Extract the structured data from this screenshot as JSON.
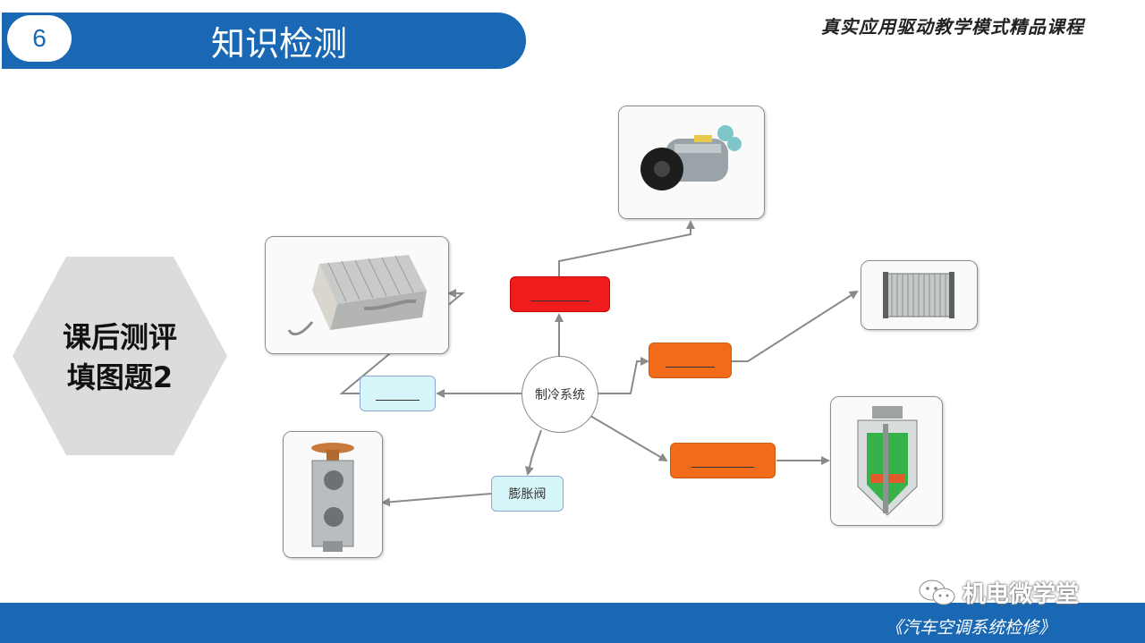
{
  "header": {
    "section_number": "6",
    "title": "知识检测",
    "course_tag": "真实应用驱动教学模式精品课程"
  },
  "sidebar": {
    "line1": "课后测评",
    "line2": "填图题2"
  },
  "diagram": {
    "center_label": "制冷系统",
    "expansion_valve_label": "膨胀阀"
  },
  "footer": {
    "course_name": "《汽车空调系统检修》",
    "watermark": "机电微学堂"
  },
  "colors": {
    "brand_blue": "#1a68b3",
    "red_box": "#ee1c1c",
    "orange_box": "#f26b1b",
    "cyan_box": "#d7f6f9"
  }
}
